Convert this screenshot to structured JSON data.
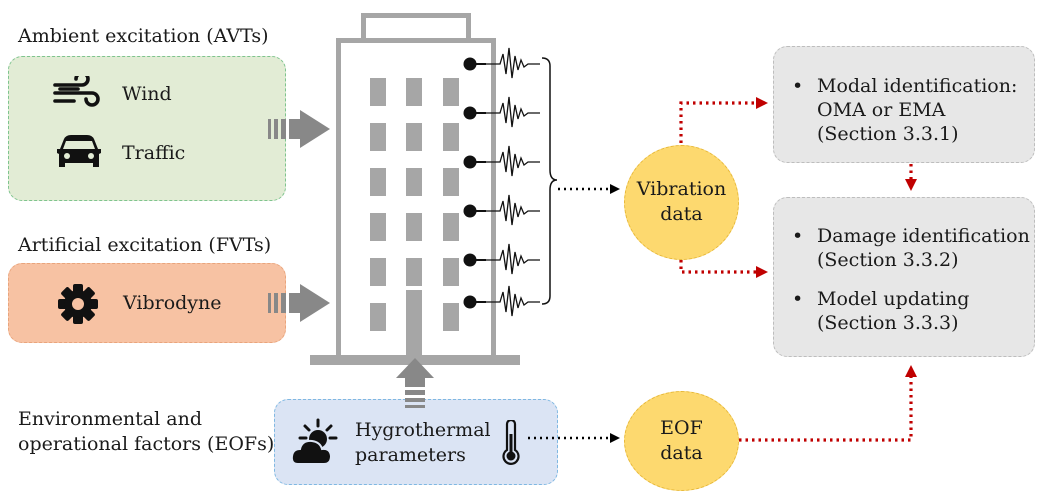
{
  "headings": {
    "ambient": "Ambient excitation (AVTs)",
    "artificial": "Artificial excitation (FVTs)",
    "eof_line1": "Environmental and",
    "eof_line2": "operational factors (EOFs)"
  },
  "sources": {
    "wind": "Wind",
    "traffic": "Traffic",
    "vibrodyne": "Vibrodyne",
    "hygro_line1": "Hygrothermal",
    "hygro_line2": "parameters"
  },
  "data_nodes": {
    "vibration_line1": "Vibration",
    "vibration_line2": "data",
    "eof_line1": "EOF",
    "eof_line2": "data"
  },
  "outputs": {
    "modal_bullet": "•",
    "modal_line1": "Modal identification:",
    "modal_line2": "OMA or EMA",
    "modal_line3": "(Section 3.3.1)",
    "damage_bullet": "•",
    "damage_line1": "Damage identification",
    "damage_line2": "(Section 3.3.2)",
    "model_bullet": "•",
    "model_line1": "Model updating",
    "model_line2": "(Section 3.3.3)"
  },
  "colors": {
    "ambient_fill": "#e2ecd5",
    "artificial_fill": "#f7c2a3",
    "hygro_fill": "#dbe4f4",
    "output_fill": "#e7e7e7",
    "data_fill": "#fdd96f",
    "building": "#a6a6a6",
    "red_arrow": "#c00000",
    "black_arrow": "#000000"
  },
  "icons": [
    "wind-icon",
    "car-icon",
    "gear-icon",
    "sun-cloud-icon",
    "thermometer-icon",
    "sensor-icon",
    "waveform-icon"
  ]
}
